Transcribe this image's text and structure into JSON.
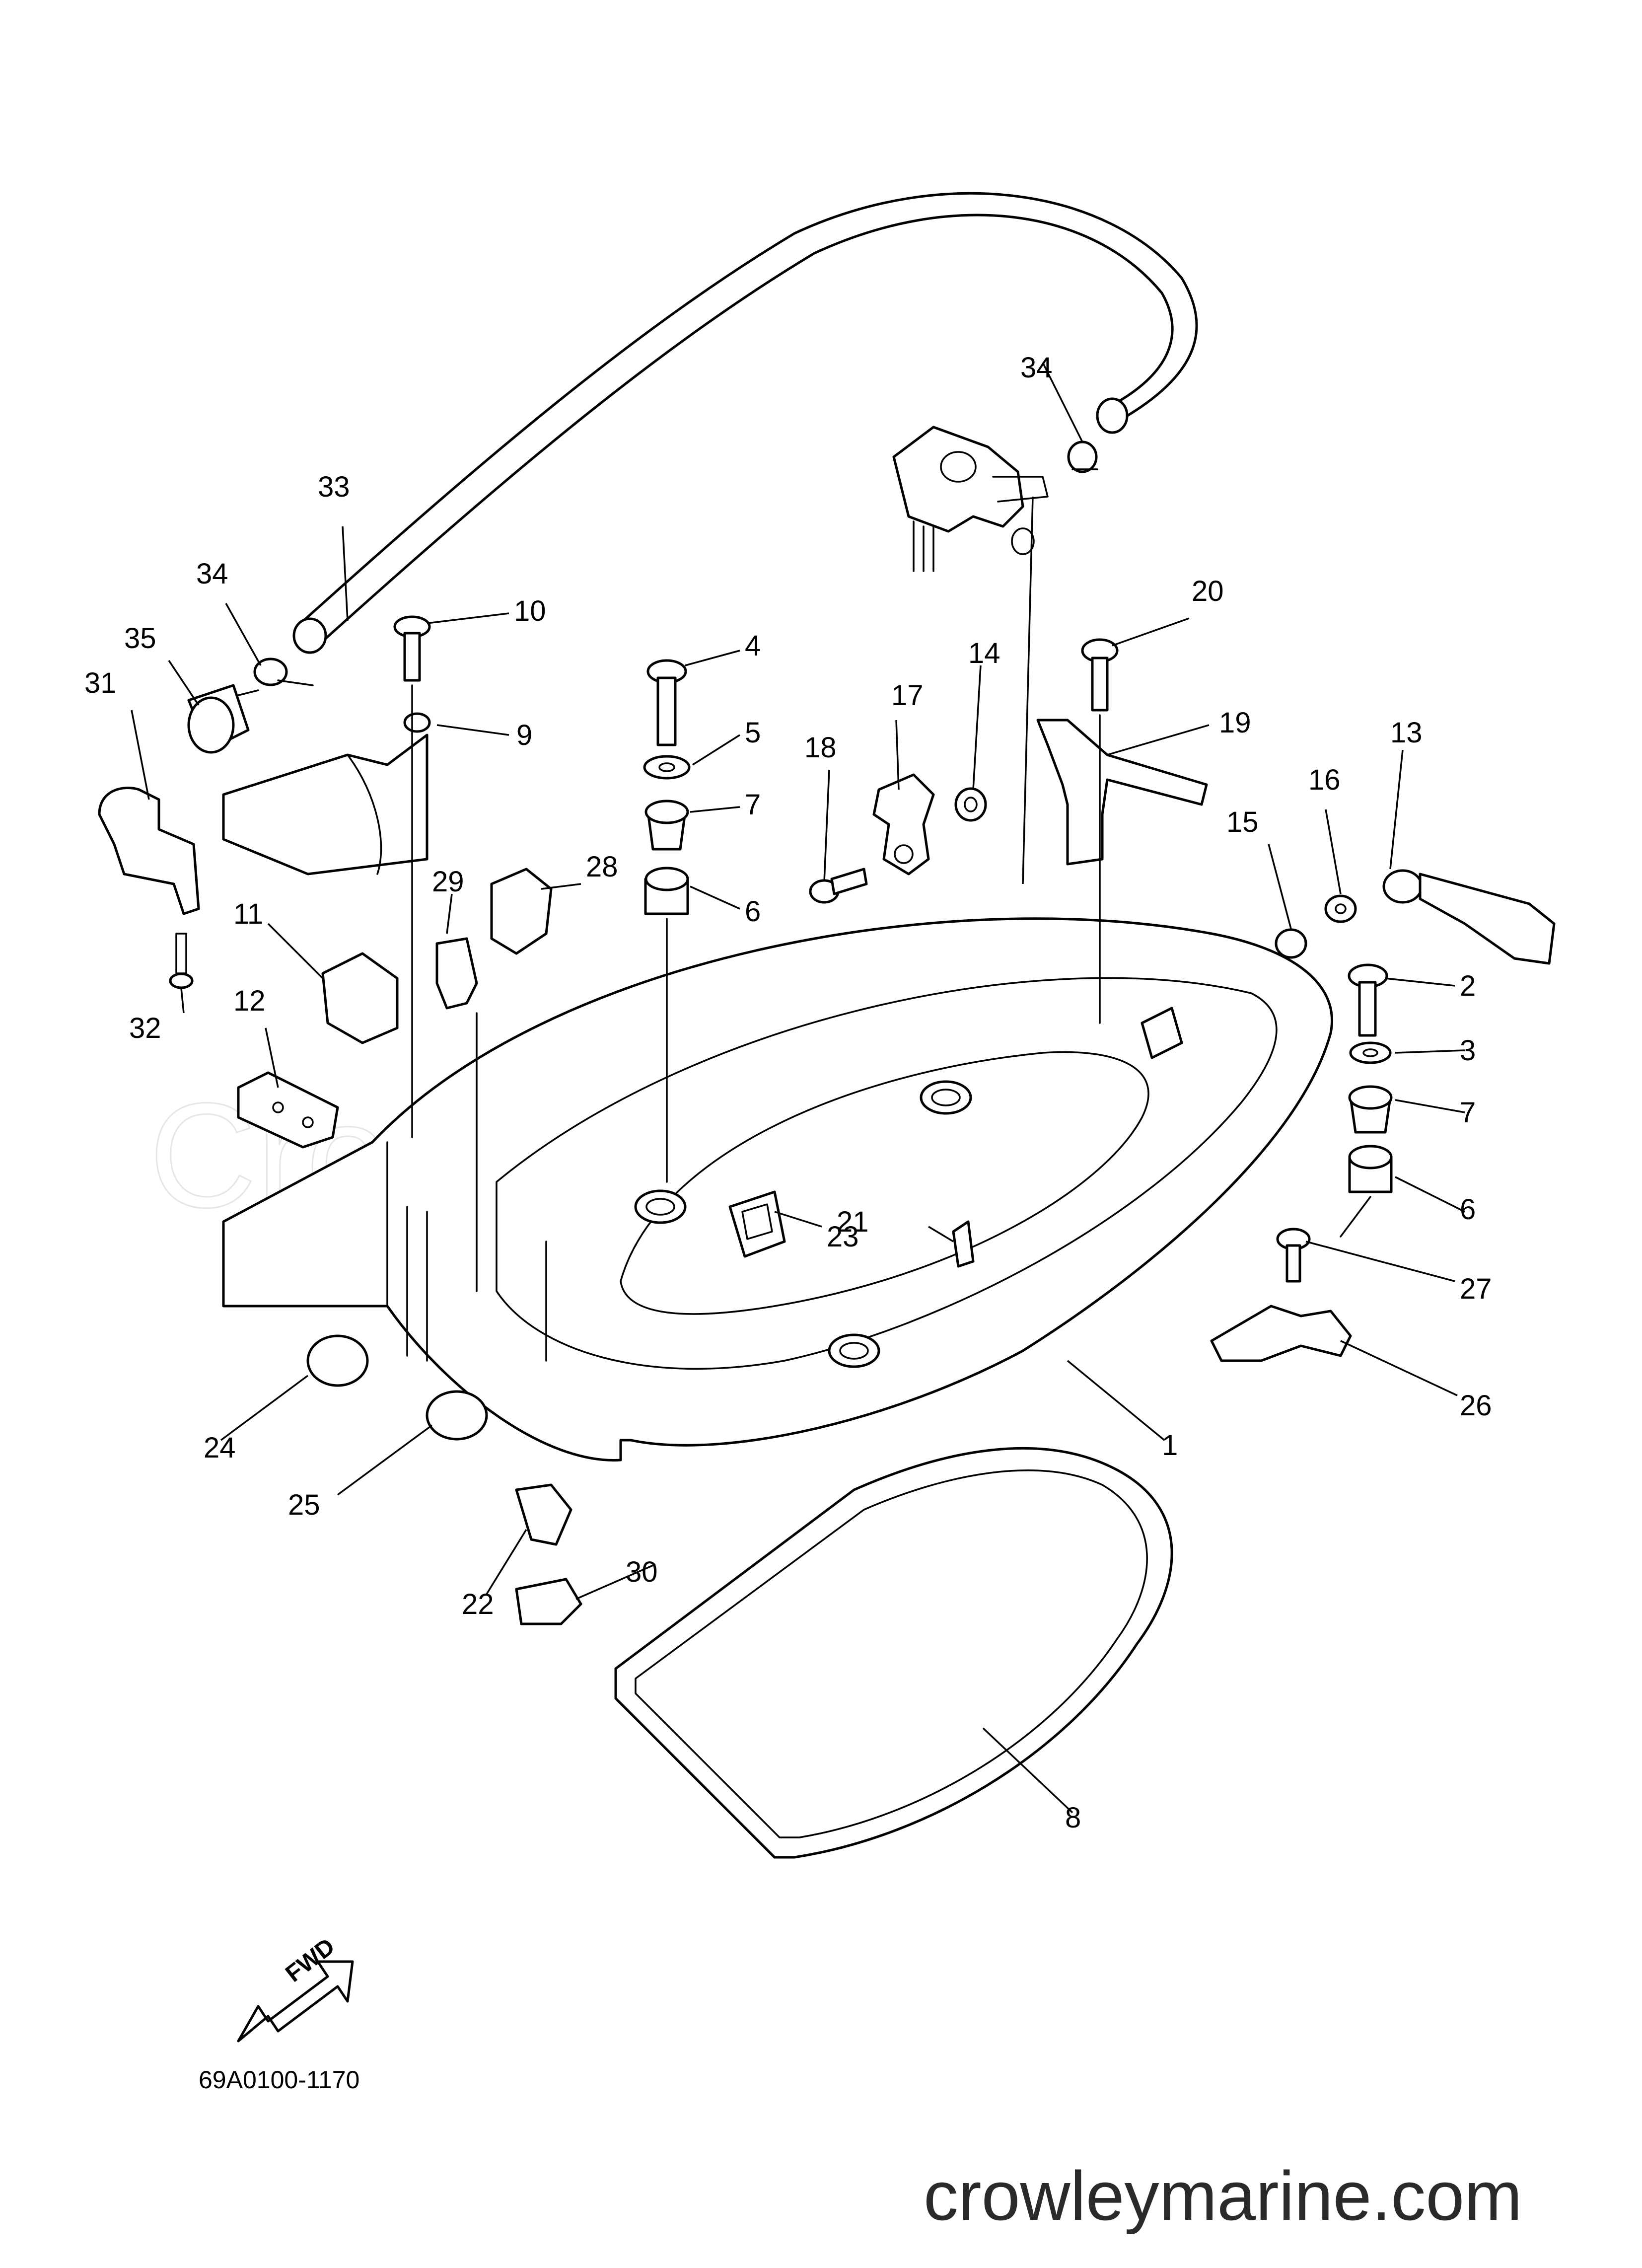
{
  "diagram": {
    "part_numbers": [
      "1",
      "2",
      "3",
      "4",
      "5",
      "6",
      "7",
      "8",
      "9",
      "10",
      "11",
      "12",
      "13",
      "14",
      "15",
      "16",
      "17",
      "18",
      "19",
      "20",
      "21",
      "22",
      "23",
      "24",
      "25",
      "26",
      "27",
      "28",
      "29",
      "30",
      "31",
      "32",
      "33",
      "34",
      "35"
    ],
    "labels": {
      "p1": "1",
      "p2": "2",
      "p3": "3",
      "p4": "4",
      "p5": "5",
      "p6a": "6",
      "p6b": "6",
      "p7a": "7",
      "p7b": "7",
      "p8": "8",
      "p9": "9",
      "p10": "10",
      "p11": "11",
      "p12": "12",
      "p13": "13",
      "p14": "14",
      "p15": "15",
      "p16": "16",
      "p17": "17",
      "p18": "18",
      "p19": "19",
      "p20": "20",
      "p21": "21",
      "p22": "22",
      "p23": "23",
      "p24": "24",
      "p25": "25",
      "p26": "26",
      "p27": "27",
      "p28": "28",
      "p29": "29",
      "p30": "30",
      "p31": "31",
      "p32": "32",
      "p33": "33",
      "p34a": "34",
      "p34b": "34",
      "p35": "35"
    },
    "fwd_arrow": "FWD",
    "drawing_code": "69A0100-1170",
    "watermark": "Crowley Marine",
    "website": "crowleymarine.com"
  }
}
